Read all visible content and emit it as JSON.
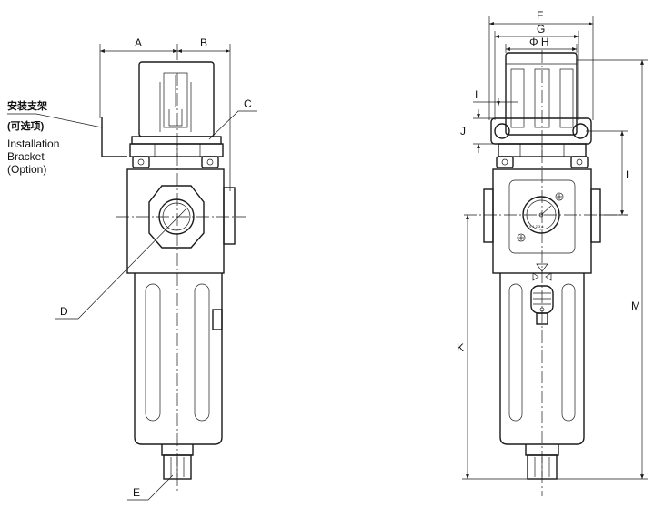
{
  "labels": {
    "A": "A",
    "B": "B",
    "C": "C",
    "D": "D",
    "E": "E",
    "F": "F",
    "G": "G",
    "H": "Φ H",
    "I": "I",
    "J": "J",
    "K": "K",
    "L": "L",
    "M": "M"
  },
  "bracket_note": {
    "cn_title": "安装支架",
    "cn_option": "(可选项)",
    "en_line1": "Installation",
    "en_line2": "Bracket",
    "en_line3": "(Option)"
  },
  "gauge": {
    "tick_text": "0 1 2 3 4"
  }
}
